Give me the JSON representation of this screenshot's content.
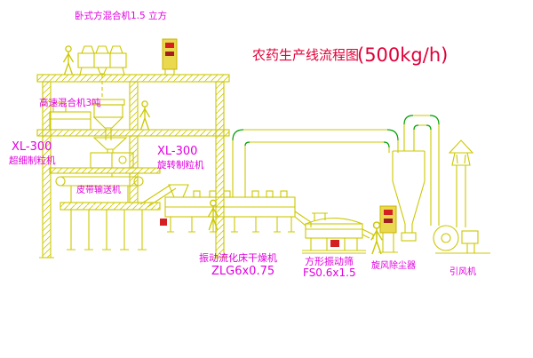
{
  "title": {
    "prefix": "农药生产线流程图",
    "capacity": "(500kg/h)"
  },
  "labels": {
    "horizontal_mixer": "卧式方混合机1.5 立方",
    "high_speed_mixer": "高速混合机3吨",
    "granulator_left_model": "XL-300",
    "granulator_left_name": "超细制粒机",
    "granulator_center_model": "XL-300",
    "granulator_center_name": "旋转制粒机",
    "belt_conveyor": "皮带输送机",
    "dryer_name": "振动流化床干燥机",
    "dryer_model": "ZLG6x0.75",
    "screen_name": "方形振动筛",
    "screen_model": "FS0.6x1.5",
    "cyclone": "旋风除尘器",
    "fan": "引风机"
  },
  "colors": {
    "line_yellow": "#ccc800",
    "elbow_green": "#00a000",
    "label_magenta": "#e000e0",
    "title_red": "#e00038",
    "accent_red": "#d42020",
    "cabinet_yellow": "#ead94e",
    "background": "#ffffff"
  }
}
